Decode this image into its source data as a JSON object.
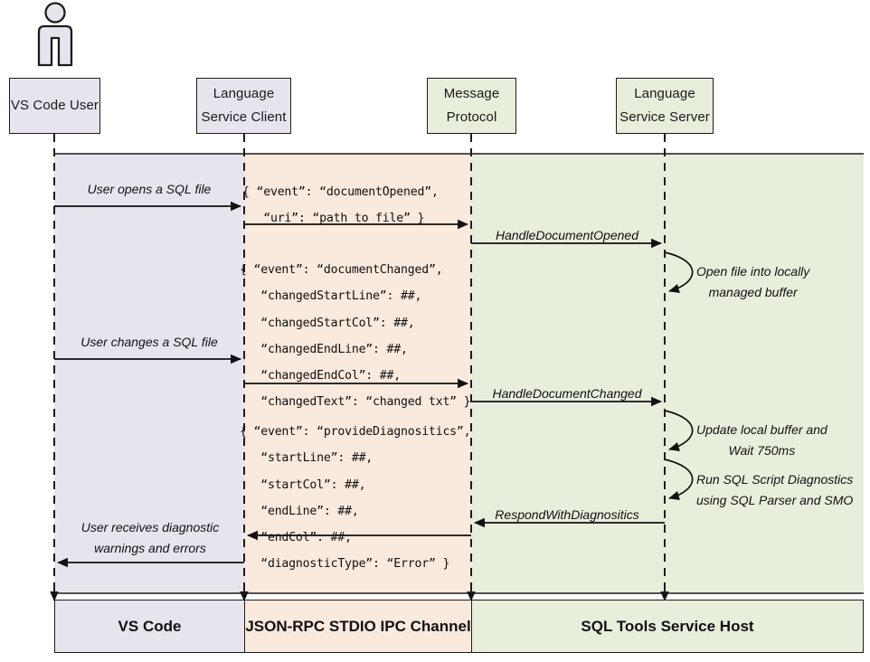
{
  "diagram": {
    "title": "SQL Tools Service language service sequence diagram",
    "colors": {
      "vscode_band": "#e8e4ee",
      "ipc_band": "#fae9dd",
      "service_band": "#e8eedc",
      "stroke": "#1c1c1c"
    }
  },
  "actor": {
    "name": "vs-code-user-actor"
  },
  "lifelines": [
    {
      "id": "vs-code-user",
      "line1": "VS Code User",
      "line2": "",
      "fill": "#e8e4ee"
    },
    {
      "id": "language-service-client",
      "line1": "Language",
      "line2": "Service Client",
      "fill": "#e8e4ee"
    },
    {
      "id": "message-protocol",
      "line1": "Message",
      "line2": "Protocol",
      "fill": "#e8eedc"
    },
    {
      "id": "language-service-server",
      "line1": "Language",
      "line2": "Service Server",
      "fill": "#e8eedc"
    }
  ],
  "messages": [
    {
      "id": "user-opens-sql-file",
      "label": "User opens a SQL file"
    },
    {
      "id": "handle-document-opened",
      "label": "HandleDocumentOpened"
    },
    {
      "id": "user-changes-sql-file",
      "label": "User changes a SQL file"
    },
    {
      "id": "handle-document-changed",
      "label": "HandleDocumentChanged"
    },
    {
      "id": "respond-with-diagnositics",
      "label": "RespondWithDiagnositics"
    },
    {
      "id": "user-receives-diagnostics",
      "line1": "User receives diagnostic",
      "line2": "warnings and errors"
    }
  ],
  "self_notes": [
    {
      "id": "open-file-note",
      "line1": "Open file into locally",
      "line2": "managed buffer"
    },
    {
      "id": "update-wait-note",
      "line1": "Update local buffer and",
      "line2": "Wait 750ms"
    },
    {
      "id": "run-diagnostics-note",
      "line1": "Run SQL Script Diagnostics",
      "line2": "using SQL Parser and SMO"
    }
  ],
  "payloads": {
    "document_opened": "{ “event”: “documentOpened”,\n   “uri”: “path_to_file” }",
    "document_changed": "{ “event”: “documentChanged”,\n   “changedStartLine”: ##,\n   “changedStartCol”: ##,\n   “changedEndLine”: ##,\n   “changedEndCol”: ##,\n   “changedText”: “changed txt” }",
    "provide_diagnositics": "{ “event”: “provideDiagnositics”,\n   “startLine”: ##,\n   “startCol”: ##,\n   “endLine”: ##,\n   “endCol”: ##,\n   “diagnosticType”: “Error” }"
  },
  "footer": [
    {
      "id": "vs-code-zone",
      "label": "VS Code"
    },
    {
      "id": "ipc-zone",
      "label": "JSON-RPC STDIO IPC Channel"
    },
    {
      "id": "service-zone",
      "label": "SQL Tools Service Host"
    }
  ]
}
